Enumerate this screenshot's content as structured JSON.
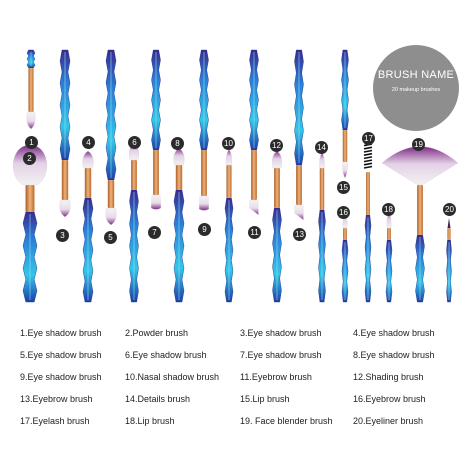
{
  "badge": {
    "title": "BRUSH NAME",
    "subtitle": "20 makeup brushes"
  },
  "colors": {
    "ferrule": "#d4894a",
    "handle_dark": "#1e2a8a",
    "handle_light": "#2fc3e6",
    "tip_purple": "#8a2d8f",
    "badge": "#8e8e8e"
  },
  "brushes": [
    {
      "n": "1",
      "tip": "dome"
    },
    {
      "n": "2",
      "tip": "powder"
    },
    {
      "n": "3",
      "tip": "dome"
    },
    {
      "n": "4",
      "tip": "dome"
    },
    {
      "n": "5",
      "tip": "dome"
    },
    {
      "n": "6",
      "tip": "dome"
    },
    {
      "n": "7",
      "tip": "flat"
    },
    {
      "n": "8",
      "tip": "dome"
    },
    {
      "n": "9",
      "tip": "flat"
    },
    {
      "n": "10",
      "tip": "pointed"
    },
    {
      "n": "11",
      "tip": "angled"
    },
    {
      "n": "12",
      "tip": "dome"
    },
    {
      "n": "13",
      "tip": "angled"
    },
    {
      "n": "14",
      "tip": "pointed"
    },
    {
      "n": "15",
      "tip": "pointed"
    },
    {
      "n": "16",
      "tip": "pointed"
    },
    {
      "n": "17",
      "tip": "spoolie"
    },
    {
      "n": "18",
      "tip": "pointed"
    },
    {
      "n": "19",
      "tip": "fan"
    },
    {
      "n": "20",
      "tip": "liner"
    }
  ],
  "legend": [
    "1.Eye shadow brush",
    "2.Powder brush",
    "3.Eye shadow brush",
    "4.Eye shadow brush",
    "5.Eye shadow brush",
    "6.Eye shadow brush",
    "7.Eye shadow brush",
    "8.Eye shadow brush",
    "9.Eye shadow brush",
    "10.Nasal shadow brush",
    "11.Eyebrow brush",
    "12.Shading brush",
    "13.Eyebrow brush",
    "14.Details brush",
    "15.Lip brush",
    "16.Eyebrow brush",
    "17.Eyelash brush",
    "18.Lip brush",
    "19. Face blender brush",
    "20.Eyeliner brush"
  ]
}
